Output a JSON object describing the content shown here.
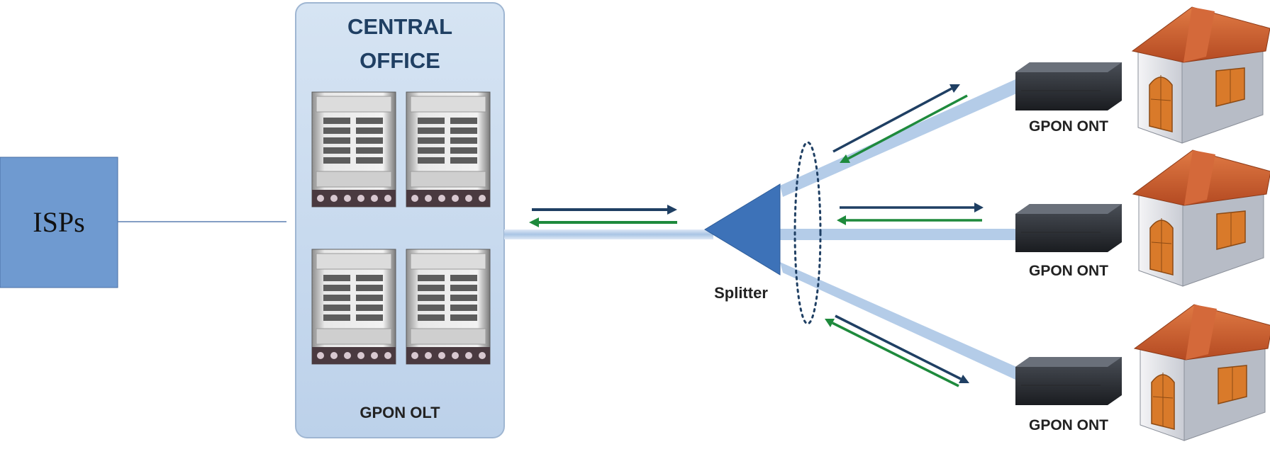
{
  "isp": {
    "label": "ISPs"
  },
  "central_office": {
    "title_line1": "CENTRAL",
    "title_line2": "OFFICE",
    "olt_label": "GPON OLT"
  },
  "splitter": {
    "label": "Splitter"
  },
  "onts": [
    {
      "label": "GPON ONT"
    },
    {
      "label": "GPON ONT"
    },
    {
      "label": "GPON ONT"
    }
  ],
  "colors": {
    "isp_box": "#6f9ad0",
    "office_panel": "#c9daee",
    "fiber": "#a9c4e4",
    "downstream_arrow": "#1f3f63",
    "upstream_arrow": "#1e8a3c",
    "splitter": "#3d72b8",
    "roof": "#c85a2a",
    "door": "#d97a2a"
  }
}
